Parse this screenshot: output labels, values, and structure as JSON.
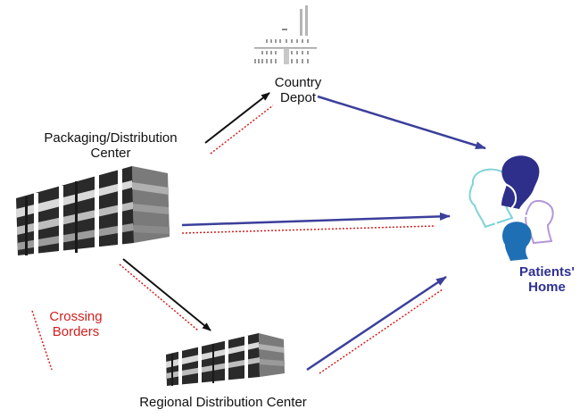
{
  "labels": {
    "country_depot_line1": "Country",
    "country_depot_line2": "Depot",
    "packaging_line1": "Packaging/Distribution",
    "packaging_line2": "Center",
    "patients_line1": "Patients'",
    "patients_line2": "Home",
    "crossing_line1": "Crossing",
    "crossing_line2": "Borders",
    "regional": "Regional Distribution Center"
  },
  "colors": {
    "ship_arrow": "#111111",
    "delivery_arrow": "#3b3f9b",
    "border_dotted": "#d21f1f",
    "building_dark": "#1c1c1c",
    "building_mid": "#8a8a8a",
    "building_light": "#cfcfcf",
    "depot_grey": "#9a9a9a",
    "head_navy": "#2e2f8a",
    "head_teal": "#7fd3d6",
    "head_violet": "#b497d6",
    "head_blue": "#1f6fb5"
  }
}
